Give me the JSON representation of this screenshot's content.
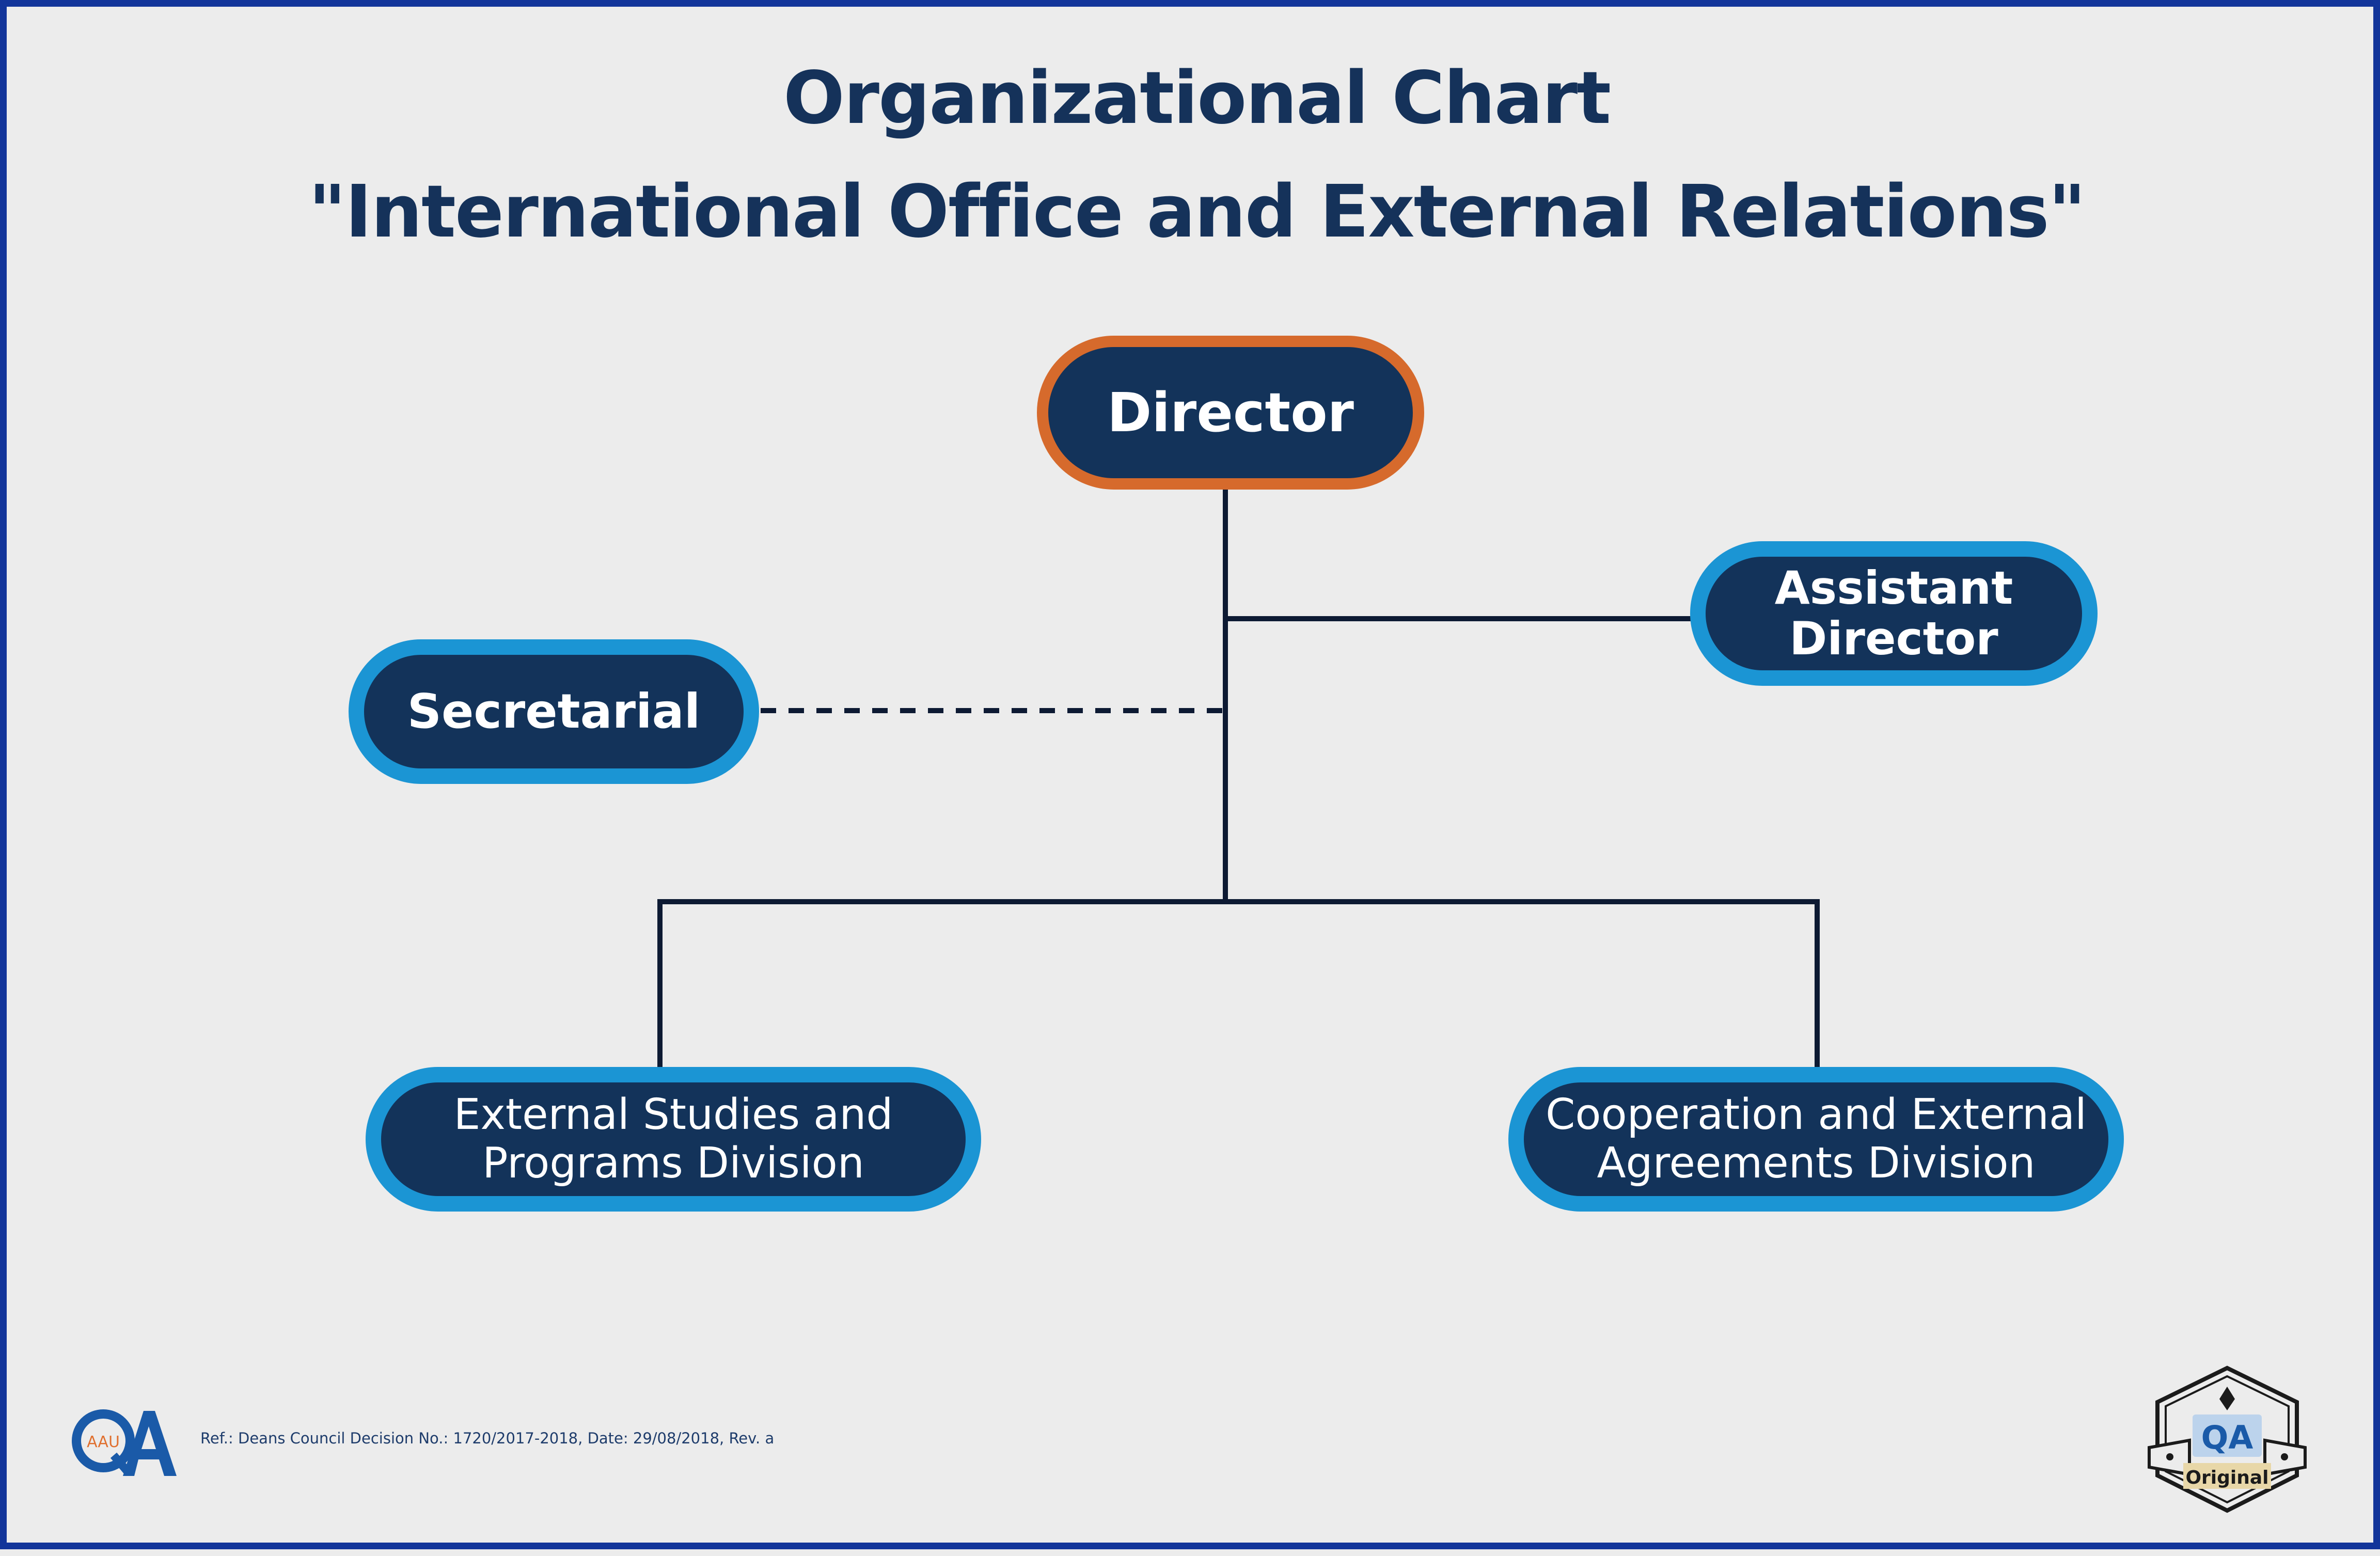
{
  "header": {
    "title": "Organizational Chart",
    "subtitle": "\"International Office and External Relations\""
  },
  "nodes": {
    "director": "Director",
    "assistant_director": "Assistant\nDirector",
    "secretarial": "Secretarial",
    "external_studies": "External Studies and\nPrograms Division",
    "cooperation": "Cooperation and External\nAgreements Division"
  },
  "edges": [
    {
      "from": "Director",
      "to": "Assistant Director",
      "style": "solid"
    },
    {
      "from": "Director",
      "to": "Secretarial",
      "style": "dashed"
    },
    {
      "from": "Director",
      "to": "External Studies and Programs Division",
      "style": "solid"
    },
    {
      "from": "Director",
      "to": "Cooperation and External Agreements Division",
      "style": "solid"
    }
  ],
  "footer": {
    "reference": "Ref.: Deans Council Decision No.: 1720/2017-2018, Date: 29/08/2018, Rev. a",
    "logo_small": "AAU",
    "logo_big": "QA",
    "badge_qa": "QA",
    "badge_label": "Original"
  },
  "colors": {
    "frame": "#12359a",
    "background": "#ececec",
    "title": "#15325a",
    "node_fill": "#13335a",
    "node_border": "#1b95d4",
    "director_border": "#d66a2c",
    "connector": "#0d1a33"
  }
}
